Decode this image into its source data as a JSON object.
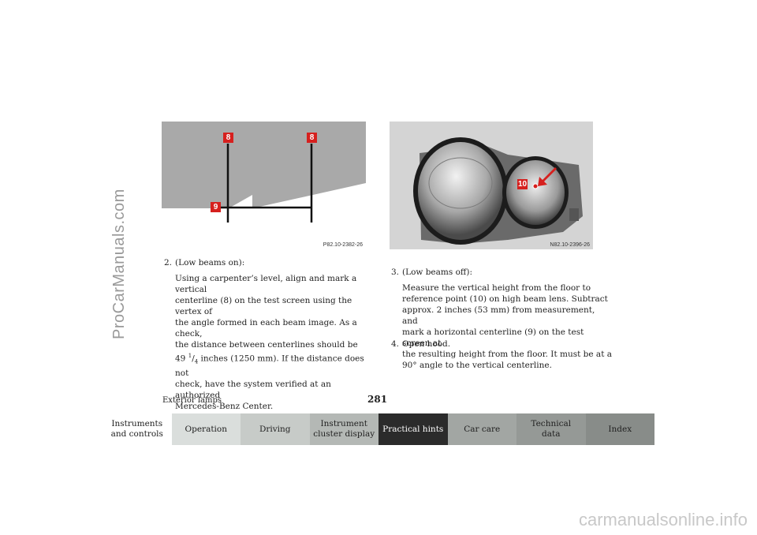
{
  "watermarks": {
    "side": "ProCarManuals.com",
    "bottom": "carmanualsonline.info"
  },
  "figures": {
    "left": {
      "code": "P82.10-2382-26",
      "callouts": [
        "8",
        "8",
        "9"
      ]
    },
    "right": {
      "code": "N82.10-2396-26",
      "callouts": [
        "10"
      ]
    }
  },
  "steps": {
    "step2": {
      "number": "2.",
      "lead": "(Low beams on):",
      "body_line1": "Using a carpenter’s level, align and mark a vertical",
      "body_line2": "centerline (8) on the test screen using the vertex of",
      "body_line3": "the angle formed in each beam image. As a check,",
      "body_line4": "the distance between centerlines should be",
      "body_line5_num": "49",
      "body_line5_frac_top": "1",
      "body_line5_frac_bottom": "4",
      "body_line5_rest": " inches (1250 mm). If the distance does not",
      "body_line6": "check, have the system verified at an authorized",
      "body_line7": "Mercedes-Benz Center."
    },
    "step3": {
      "number": "3.",
      "lead": "(Low beams off):",
      "body_line1": "Measure the vertical height from the floor to",
      "body_line2": "reference point (10) on high beam lens. Subtract",
      "body_line3": "approx. 2 inches (53 mm) from measurement, and",
      "body_line4": "mark a horizontal centerline (9) on the test screen at",
      "body_line5": "the resulting height from the floor. It must be at a",
      "body_line6": "90° angle to the vertical centerline."
    },
    "step4": {
      "number": "4.",
      "text": "Open hood."
    }
  },
  "footer": {
    "section_title": "Exterior lamps",
    "page_number": "281"
  },
  "tabs": [
    {
      "line1": "Instruments",
      "line2": "and controls"
    },
    {
      "line1": "Operation",
      "line2": ""
    },
    {
      "line1": "Driving",
      "line2": ""
    },
    {
      "line1": "Instrument",
      "line2": "cluster display"
    },
    {
      "line1": "Practical hints",
      "line2": ""
    },
    {
      "line1": "Car care",
      "line2": ""
    },
    {
      "line1": "Technical",
      "line2": "data"
    },
    {
      "line1": "Index",
      "line2": ""
    }
  ],
  "colors": {
    "callout_red": "#d6201e",
    "active_tab": "#2b2b2b"
  }
}
